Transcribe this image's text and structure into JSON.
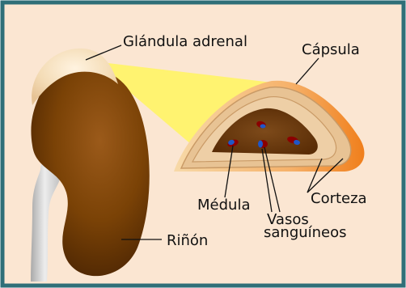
{
  "diagram": {
    "labels": {
      "adrenal_gland": "Glándula adrenal",
      "capsule": "Cápsula",
      "medulla": "Médula",
      "blood_vessels_line1": "Vasos",
      "blood_vessels_line2": "sanguíneos",
      "cortex": "Corteza",
      "kidney": "Riñón"
    },
    "colors": {
      "frame": "#2f6f78",
      "background": "#fbe6d2",
      "kidney": "#7a4206",
      "adrenal_cap": "#f3d7ae",
      "zoom_cone": "#fff36a",
      "capsule_orange": "#f39a3d",
      "cortex_tan": "#e8c394",
      "medulla_brown": "#6a3708",
      "vessel_red": "#8b0000",
      "vessel_blue": "#1f57c8",
      "ureter_gray": "#d0d0d0"
    }
  }
}
